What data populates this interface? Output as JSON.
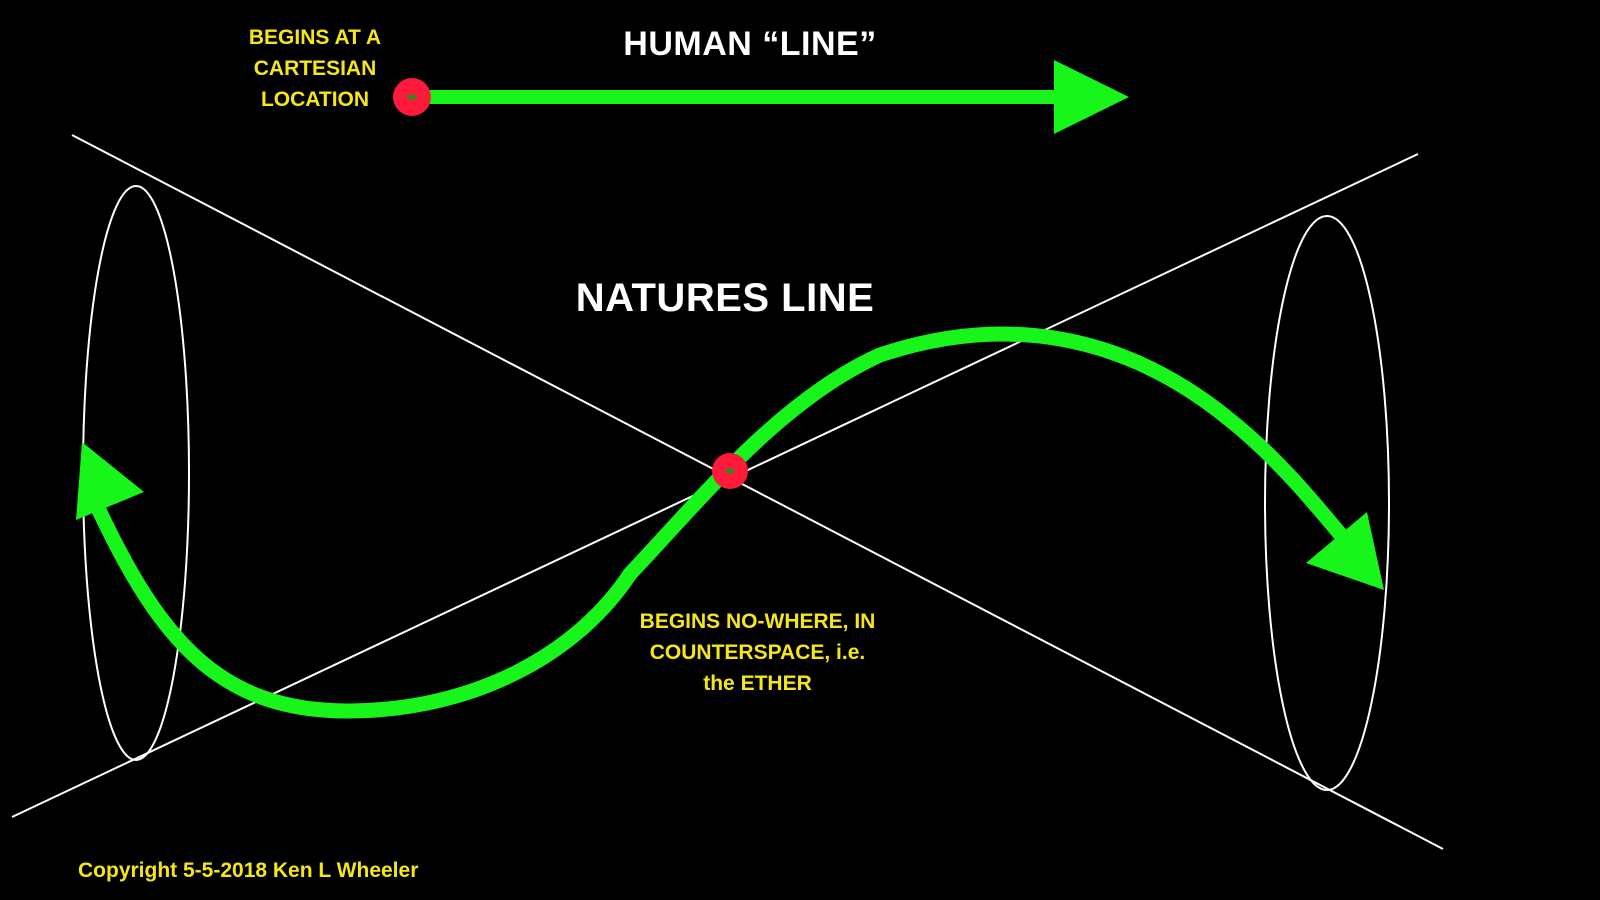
{
  "colors": {
    "background": "#000000",
    "arrow_green": "#17f51a",
    "origin_dot_red": "#ff1a3c",
    "guide_white": "#ffffff",
    "label_yellow": "#f5e61a",
    "heading_white": "#ffffff"
  },
  "labels": {
    "human_line": "HUMAN “LINE”",
    "cartesian_lines": [
      "BEGINS AT A",
      "CARTESIAN",
      "LOCATION"
    ],
    "natures_line": "NATURES LINE",
    "counterspace_lines": [
      "BEGINS NO-WHERE, IN",
      "COUNTERSPACE, i.e.",
      "the ETHER"
    ],
    "copyright": "Copyright 5-5-2018 Ken L Wheeler"
  },
  "elements": {
    "human_arrow": "straight-arrow",
    "natures_arrow": "double-headed-s-curve-arrow",
    "left_ring": "ellipse",
    "right_ring": "ellipse",
    "guide_lines": "crossing-lines",
    "origin_points": "red-dot"
  }
}
